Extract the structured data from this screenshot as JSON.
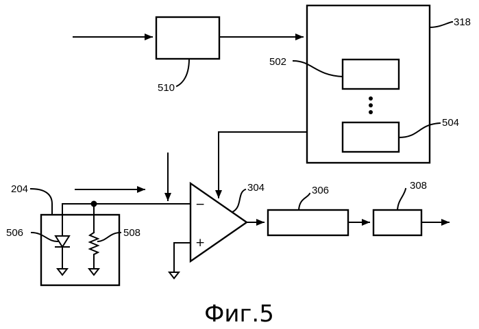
{
  "labels": {
    "l510": "510",
    "l318": "318",
    "l502": "502",
    "l504": "504",
    "l204": "204",
    "l304": "304",
    "l306": "306",
    "l308": "308",
    "l506": "506",
    "l508": "508"
  },
  "opamp": {
    "minus": "−",
    "plus": "+"
  },
  "caption": "Фиг.5"
}
